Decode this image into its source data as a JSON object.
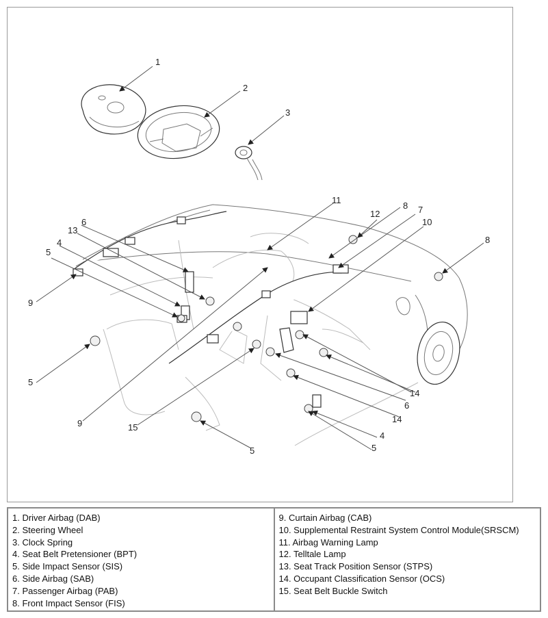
{
  "callouts": {
    "c1": "1",
    "c2": "2",
    "c3": "3",
    "c4a": "4",
    "c4b": "4",
    "c5a": "5",
    "c5b": "5",
    "c5c": "5",
    "c5d": "5",
    "c6a": "6",
    "c6b": "6",
    "c7": "7",
    "c8a": "8",
    "c8b": "8",
    "c9a": "9",
    "c9b": "9",
    "c10": "10",
    "c11": "11",
    "c12": "12",
    "c13": "13",
    "c14a": "14",
    "c14b": "14",
    "c15": "15"
  },
  "legend": {
    "left": [
      "1. Driver Airbag (DAB)",
      "2. Steering Wheel",
      "3. Clock Spring",
      "4. Seat Belt Pretensioner (BPT)",
      "5. Side Impact Sensor (SIS)",
      "6. Side Airbag (SAB)",
      "7. Passenger Airbag (PAB)",
      "8. Front Impact Sensor (FIS)"
    ],
    "right": [
      "9. Curtain Airbag (CAB)",
      "10. Supplemental Restraint System Control Module(SRSCM)",
      "11. Airbag Warning Lamp",
      "12. Telltale Lamp",
      "13. Seat Track Position Sensor (STPS)",
      "14. Occupant Classification Sensor (OCS)",
      "15. Seat Belt Buckle Switch"
    ]
  }
}
